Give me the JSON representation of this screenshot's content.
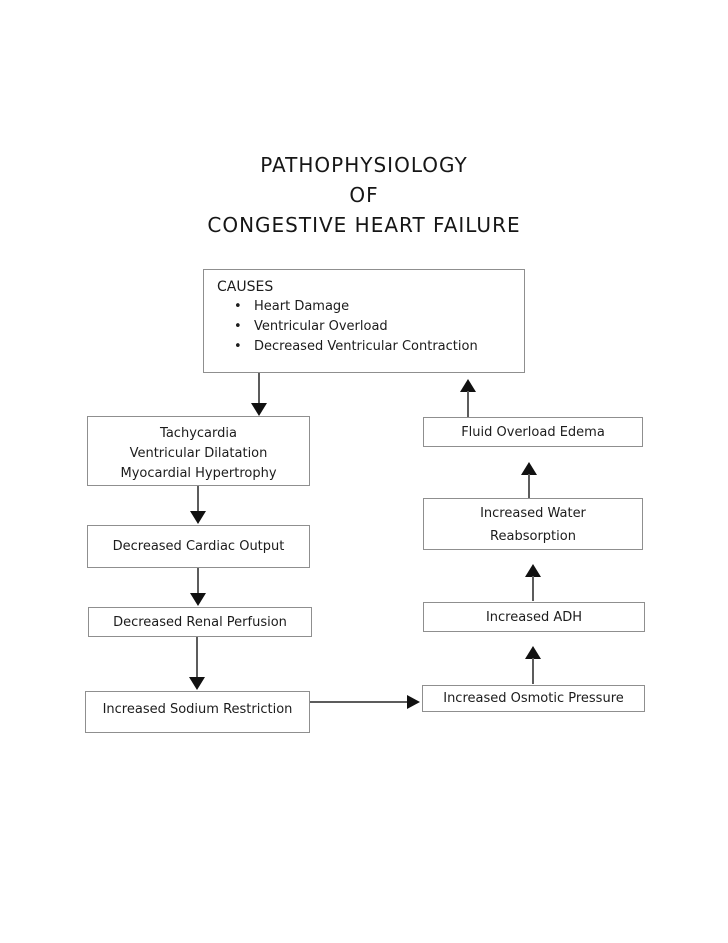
{
  "title": {
    "line1": "PATHOPHYSIOLOGY",
    "line2": "OF",
    "line3": "CONGESTIVE HEART FAILURE"
  },
  "causes_box": {
    "heading": "CAUSES",
    "bullet_char": "•",
    "bullets": [
      "Heart Damage",
      "Ventricular Overload",
      "Decreased Ventricular Contraction"
    ]
  },
  "boxes": {
    "tachycardia": {
      "lines": [
        "Tachycardia",
        "Ventricular Dilatation",
        "Myocardial Hypertrophy"
      ]
    },
    "decreased_cardiac_output": {
      "label": "Decreased Cardiac Output"
    },
    "decreased_renal_perfusion": {
      "label": "Decreased Renal Perfusion"
    },
    "increased_sodium_restriction": {
      "label": "Increased Sodium Restriction"
    },
    "fluid_overload_edema": {
      "label": "Fluid Overload Edema"
    },
    "increased_water_reabsorption": {
      "lines": [
        "Increased Water",
        "Reabsorption"
      ]
    },
    "increased_adh": {
      "label": "Increased ADH"
    },
    "increased_osmotic_pressure": {
      "label": "Increased Osmotic Pressure"
    }
  },
  "edges": [
    {
      "from": "causes",
      "to": "tachycardia",
      "direction": "down"
    },
    {
      "from": "tachycardia",
      "to": "decreased_cardiac_output",
      "direction": "down"
    },
    {
      "from": "decreased_cardiac_output",
      "to": "decreased_renal_perfusion",
      "direction": "down"
    },
    {
      "from": "decreased_renal_perfusion",
      "to": "increased_sodium_restriction",
      "direction": "down"
    },
    {
      "from": "increased_sodium_restriction",
      "to": "increased_osmotic_pressure",
      "direction": "right"
    },
    {
      "from": "increased_osmotic_pressure",
      "to": "increased_adh",
      "direction": "up"
    },
    {
      "from": "increased_adh",
      "to": "increased_water_reabsorption",
      "direction": "up"
    },
    {
      "from": "increased_water_reabsorption",
      "to": "fluid_overload_edema",
      "direction": "up"
    },
    {
      "from": "fluid_overload_edema",
      "to": "causes",
      "direction": "up"
    }
  ],
  "colors": {
    "background": "#ffffff",
    "box_border": "#8f8f8f",
    "arrow_shaft": "#5c5c5c",
    "arrowhead": "#111111",
    "text": "#1c1c1c"
  }
}
